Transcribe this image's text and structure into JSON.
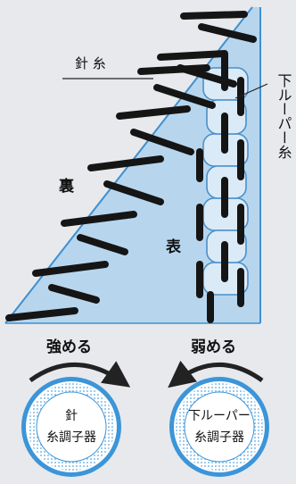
{
  "labels": {
    "needle_thread": "針 糸",
    "looper_thread": "下ルーパー糸",
    "back_side": "裏",
    "front_side": "表"
  },
  "actions": {
    "tighten": "強める",
    "loosen": "弱める"
  },
  "dials": {
    "needle_tension": [
      "針",
      "糸調子器"
    ],
    "looper_tension": [
      "下ルーパー",
      "糸調子器"
    ]
  },
  "colors": {
    "paper": "#e7e9ec",
    "fabric_front": "#b7d6ee",
    "fabric_edge": "#3f8fd0",
    "thread": "#151515",
    "dial_ring": "#3c95d8",
    "dial_dots": "#5aa8e0"
  }
}
